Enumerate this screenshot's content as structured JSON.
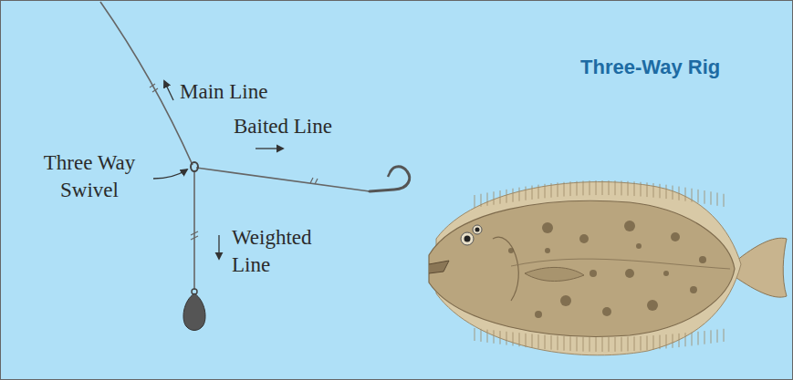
{
  "diagram": {
    "title": "Three-Way Rig",
    "labels": [
      "Main Line",
      "Baited Line",
      "Three Way Swivel",
      "Weighted Line"
    ]
  }
}
